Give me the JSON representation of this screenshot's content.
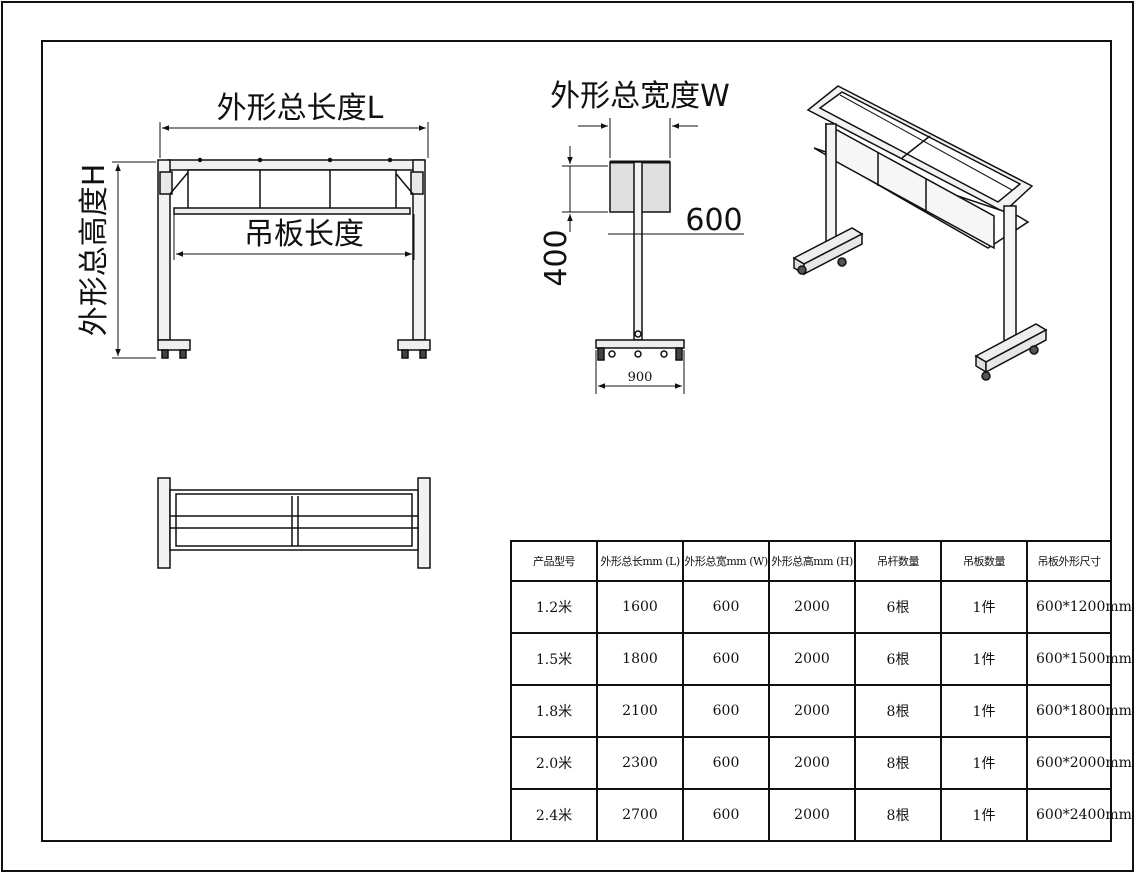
{
  "front_view": {
    "total_length_label": "外形总长度L",
    "total_height_label": "外形总高度H",
    "board_length_label": "吊板长度"
  },
  "side_view": {
    "total_width_label": "外形总宽度W",
    "board_width_value": "600",
    "board_height_value": "400",
    "base_width_value": "900"
  },
  "spec_table": {
    "headers": [
      "产品型号",
      "外形总长mm (L)",
      "外形总宽mm (W)",
      "外形总高mm (H)",
      "吊杆数量",
      "吊板数量",
      "吊板外形尺寸"
    ],
    "rows": [
      [
        "1.2米",
        "1600",
        "600",
        "2000",
        "6根",
        "1件",
        "600*1200mm"
      ],
      [
        "1.5米",
        "1800",
        "600",
        "2000",
        "6根",
        "1件",
        "600*1500mm"
      ],
      [
        "1.8米",
        "2100",
        "600",
        "2000",
        "8根",
        "1件",
        "600*1800mm"
      ],
      [
        "2.0米",
        "2300",
        "600",
        "2000",
        "8根",
        "1件",
        "600*2000mm"
      ],
      [
        "2.4米",
        "2700",
        "600",
        "2000",
        "8根",
        "1件",
        "600*2400mm"
      ]
    ]
  }
}
